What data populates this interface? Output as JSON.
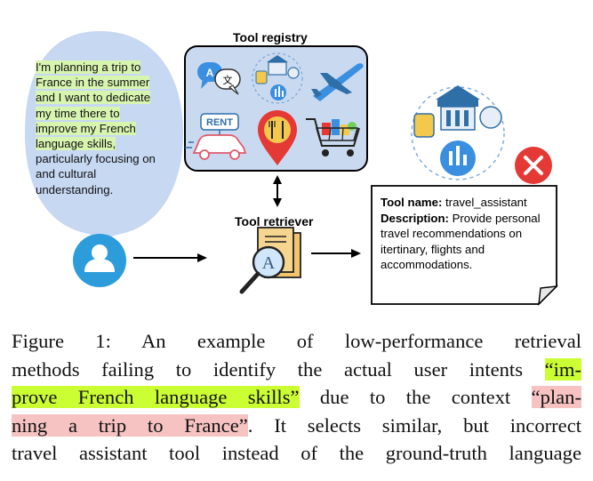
{
  "user_query": {
    "lines": [
      "I'm planning a trip to",
      "France in the summer",
      "and I want to dedicate",
      "my time there to",
      "improve my French",
      "language skills,",
      "particularly focusing on",
      "and cultural",
      "understanding."
    ]
  },
  "registry": {
    "title": "Tool registry",
    "rent_sign": "RENT",
    "translate_a": "A",
    "translate_b": "文",
    "icons": [
      "translate-icon",
      "travel-assistant-icon",
      "airplane-icon",
      "car-rental-icon",
      "restaurant-pin-icon",
      "shopping-cart-icon"
    ]
  },
  "retriever": {
    "title": "Tool retriever",
    "doc_letter": "A"
  },
  "result_card": {
    "name_label": "Tool name:",
    "name_value": " travel_assistant",
    "desc_label": "Description:",
    "desc_value": " Provide personal travel recommendations on itertinary, flights and accommodations."
  },
  "caption": {
    "l1": "Figure 1:  An example of low-performance retrieval",
    "l2_a": "methods failing to identify the actual user intents ",
    "l2_b": "“im-",
    "l3_a": "prove French language skills”",
    "l3_b": " due to the context ",
    "l3_c": "“plan-",
    "l4_a": "ning a trip to France”",
    "l4_b": ".  It selects similar, but incorrect",
    "l5": "travel assistant tool instead of the ground-truth language"
  },
  "colors": {
    "bubble": "#c6d8f2",
    "registry_bg": "#c9d9f0",
    "user_avatar": "#2d9cdb",
    "error": "#e53935",
    "caption_green": "#ccff33",
    "caption_pink": "#f6c2c2"
  }
}
